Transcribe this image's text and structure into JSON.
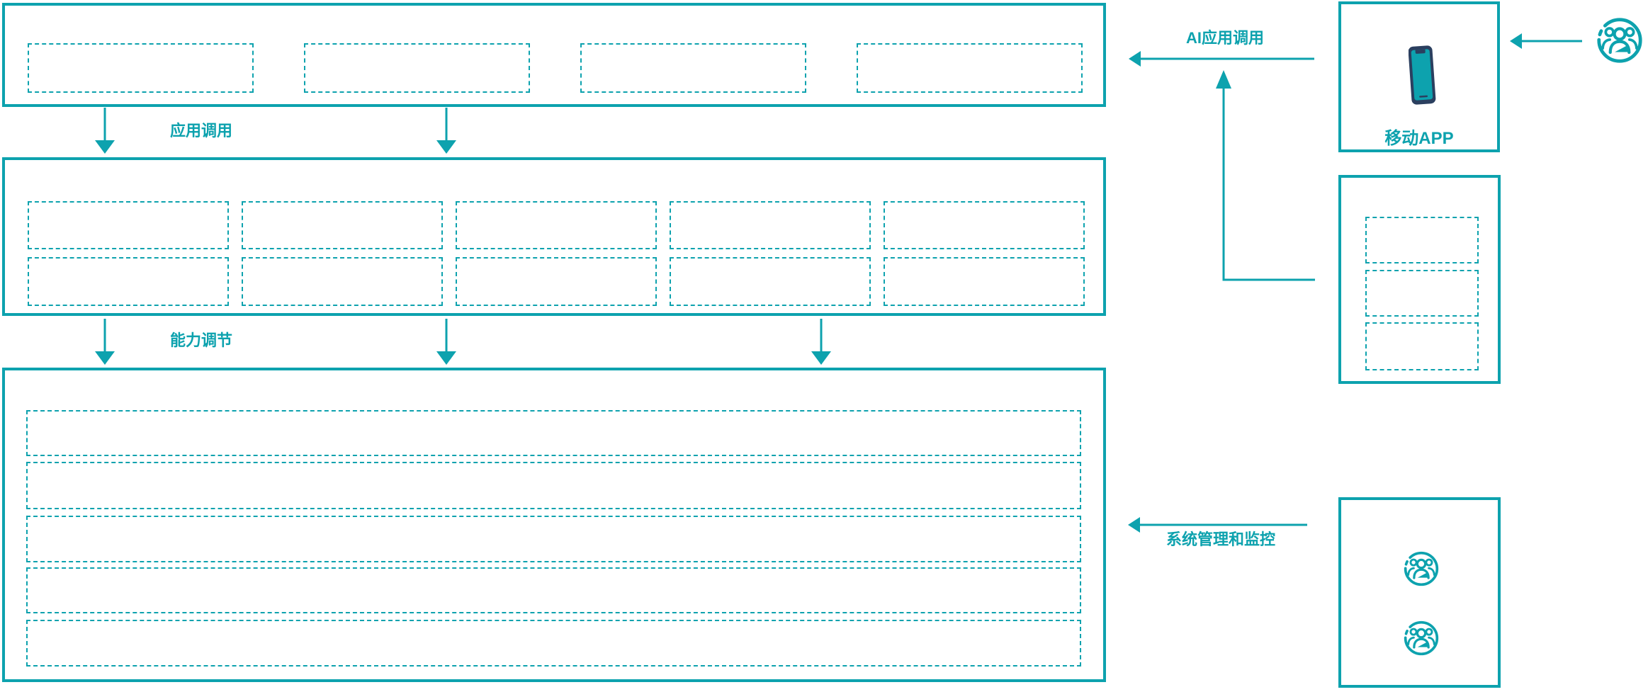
{
  "colors": {
    "teal": "#0da2ae",
    "navy": "#2b3f5f",
    "background": "#ffffff"
  },
  "labels": {
    "app_call": "应用调用",
    "capability_adjust": "能力调节",
    "ai_app_call": "AI应用调用",
    "mobile_app": "移动APP",
    "system_management": "系统管理和监控"
  },
  "structure": {
    "top_band_placeholder_count": 4,
    "middle_band_placeholders": {
      "rows": 2,
      "cols": 5
    },
    "bottom_band_placeholder_rows": 5,
    "right_middle_panel_placeholder_count": 3,
    "admin_panel_user_icon_count": 2
  },
  "icons": {
    "phone": "mobile-phone-icon",
    "user_group": "user-group-icon"
  }
}
